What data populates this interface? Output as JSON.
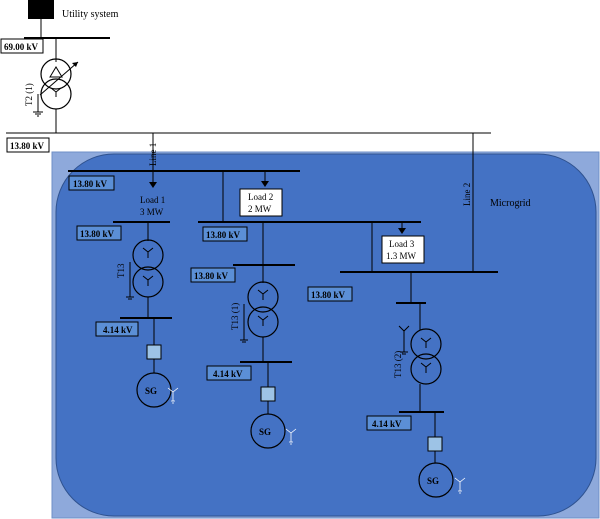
{
  "utility": {
    "label": "Utility system"
  },
  "voltages": {
    "hv": "69.00 kV",
    "mv_main": "13.80 kV",
    "mv_bus_a": "13.80 kV",
    "mv_bus_b": "13.80 kV",
    "mv_bus_c": "13.80 kV",
    "mv_bus_d": "13.80 kV",
    "mv_bus_e": "13.80 kV",
    "lv_1": "4.14 kV",
    "lv_2": "4.14 kV",
    "lv_3": "4.14 kV"
  },
  "transformers": {
    "t2": "T2 (1)",
    "t13": "T13",
    "t13_1": "T13 (1)",
    "t13_2": "T13 (2)"
  },
  "lines": {
    "line1": "Line 1",
    "line2": "Line 2"
  },
  "loads": {
    "load1": {
      "name": "Load 1",
      "power": "3 MW"
    },
    "load2": {
      "name": "Load 2",
      "power": "2 MW"
    },
    "load3": {
      "name": "Load 3",
      "power": "1.3 MW"
    }
  },
  "generators": {
    "sg1": "SG",
    "sg2": "SG",
    "sg3": "SG"
  },
  "microgrid": {
    "label": "Microgrid"
  },
  "colors": {
    "microgrid_fill": "#4472c4",
    "microgrid_border": "#8ea9db",
    "breaker": "#9dc3e6"
  }
}
